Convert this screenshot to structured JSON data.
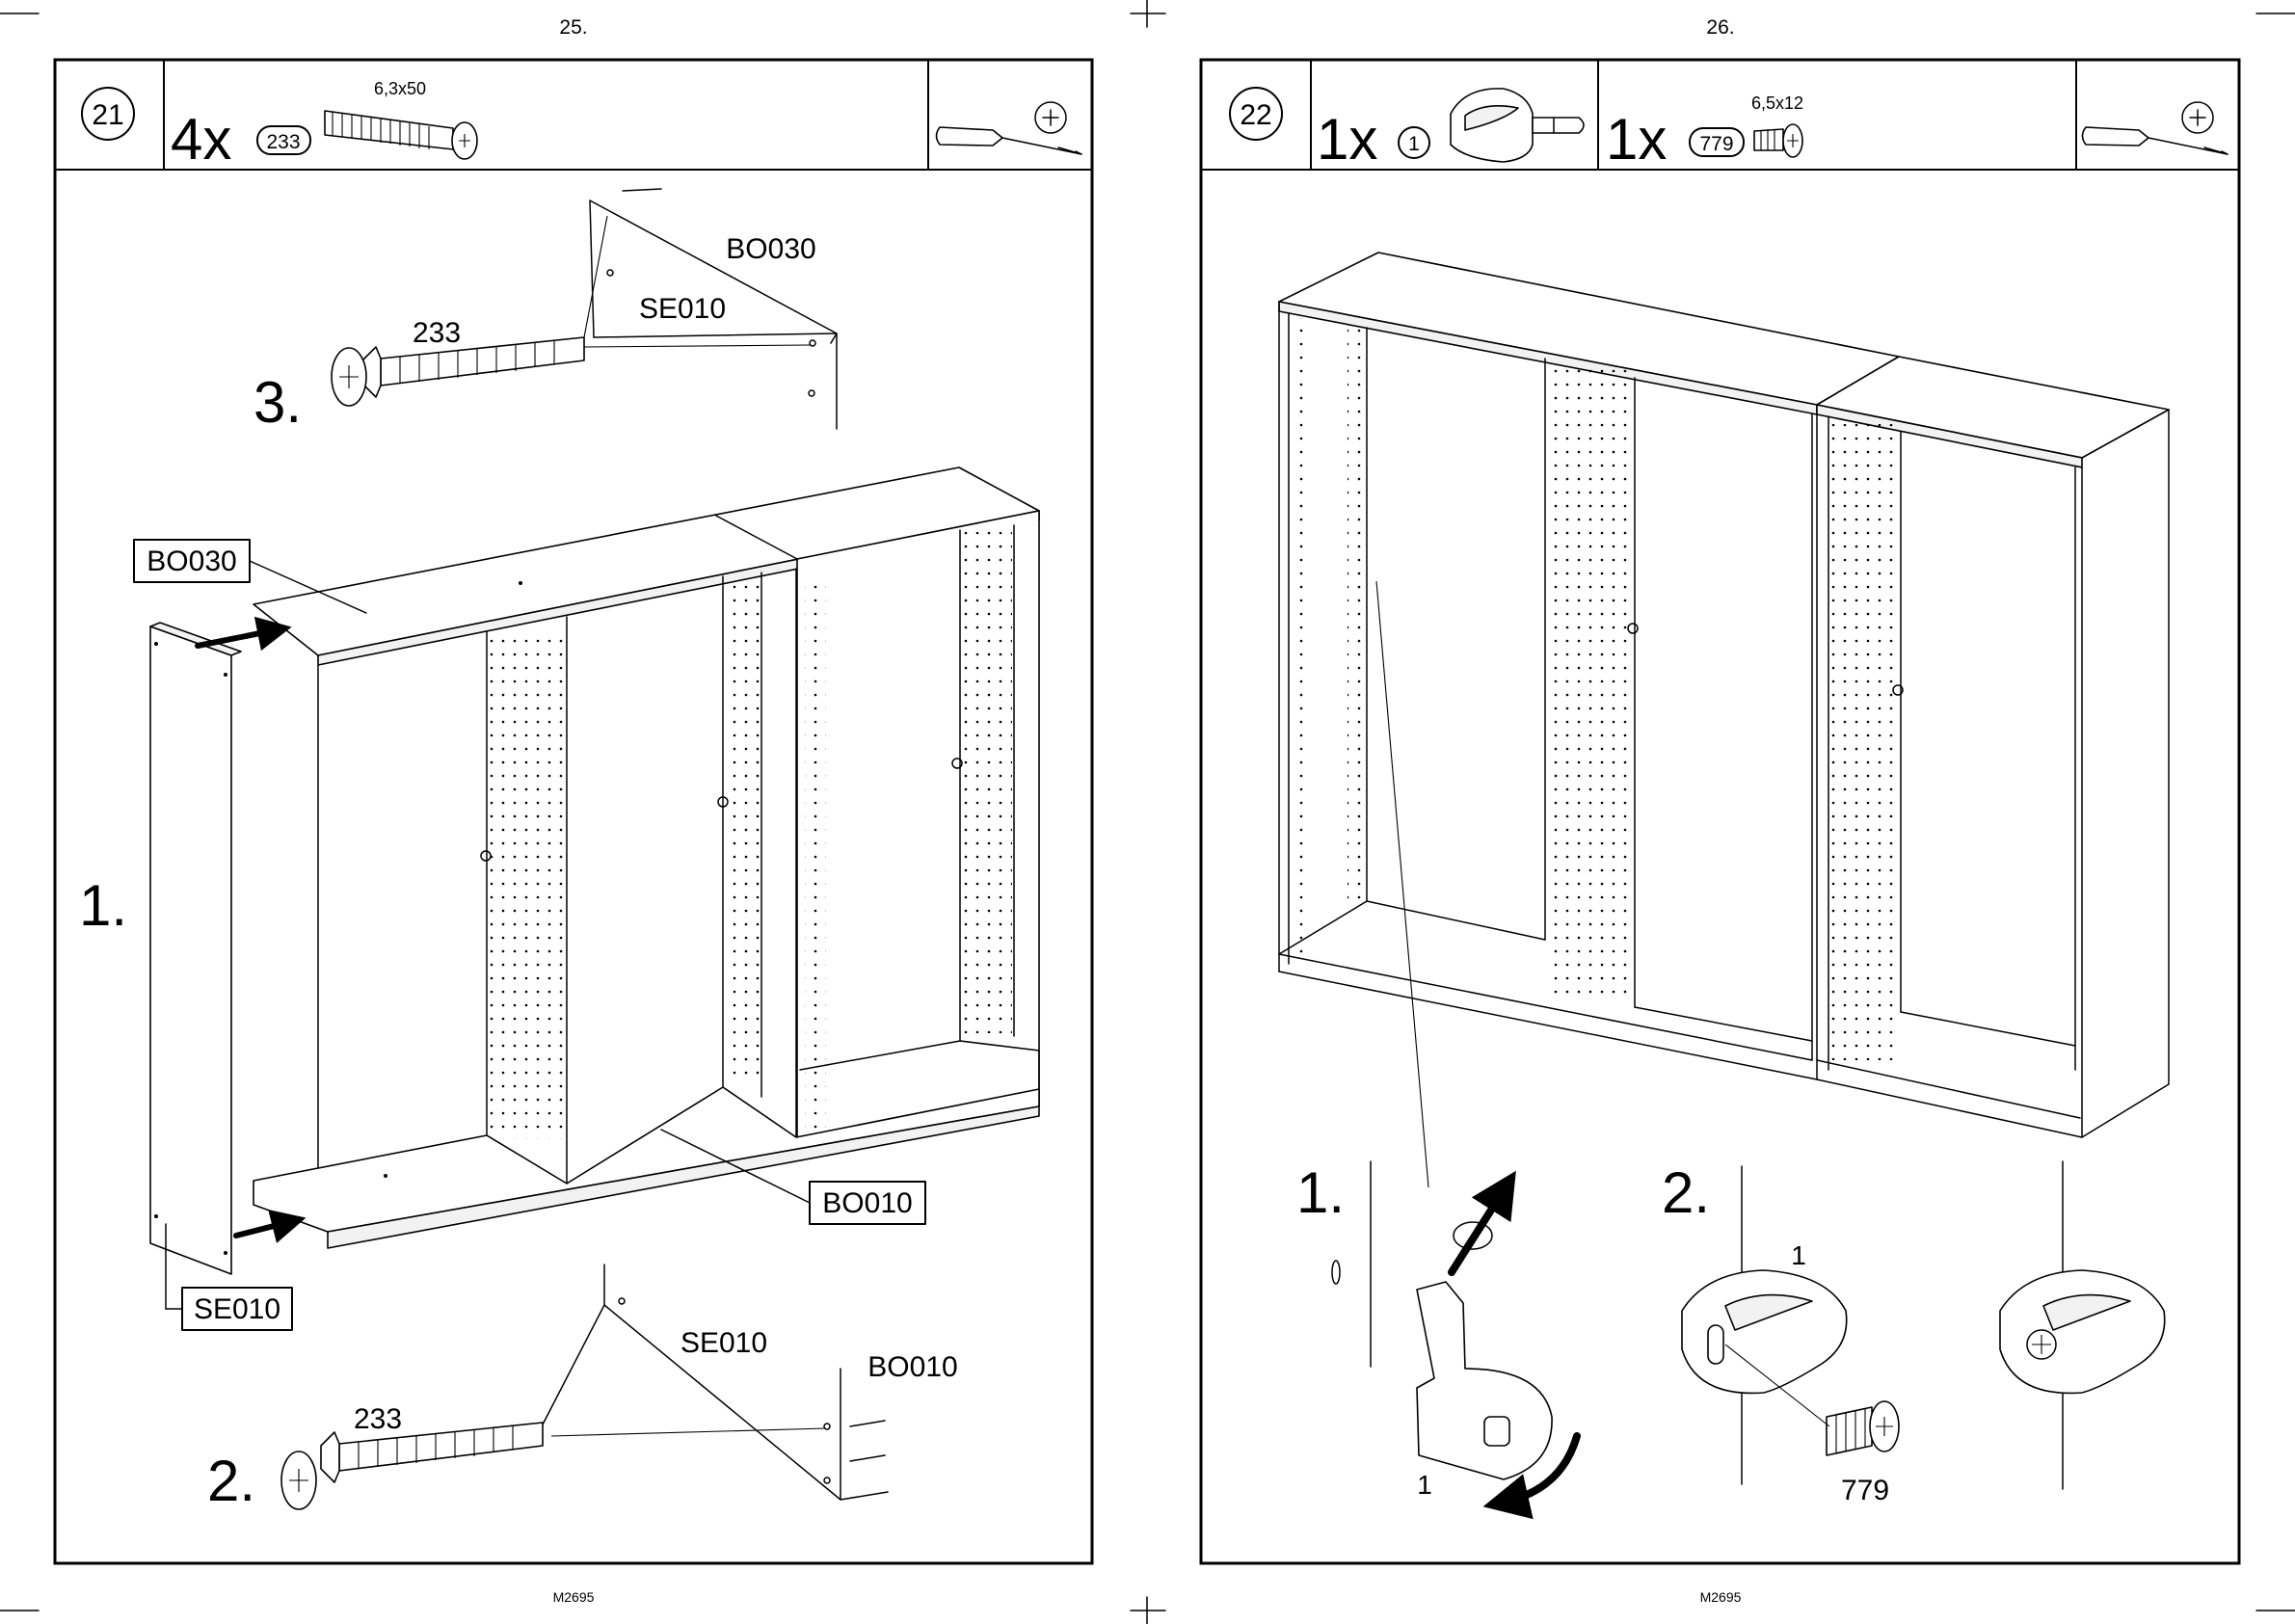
{
  "left_page": {
    "page_number": "25.",
    "footer_code": "M2695",
    "step_number": "21",
    "hardware": {
      "quantity": "4x",
      "part_id": "233",
      "size": "6,3x50"
    },
    "tool": "screwdriver-phillips",
    "substeps": {
      "s1": {
        "number": "1.",
        "label_top": "BO030",
        "label_side": "SE010",
        "label_bottom": "BO010"
      },
      "s2": {
        "number": "2.",
        "screw_label": "233",
        "panel_label": "SE010",
        "part_label": "BO010"
      },
      "s3": {
        "number": "3.",
        "screw_label": "233",
        "panel_label": "SE010",
        "part_label": "BO030"
      }
    }
  },
  "right_page": {
    "page_number": "26.",
    "footer_code": "M2695",
    "step_number": "22",
    "hardware": [
      {
        "quantity": "1x",
        "part_id": "1",
        "size": ""
      },
      {
        "quantity": "1x",
        "part_id": "779",
        "size": "6,5x12"
      }
    ],
    "tool": "screwdriver-phillips",
    "substeps": {
      "s1": {
        "number": "1.",
        "part_label": "1"
      },
      "s2": {
        "number": "2.",
        "part_label": "1",
        "screw_label": "779"
      }
    }
  }
}
